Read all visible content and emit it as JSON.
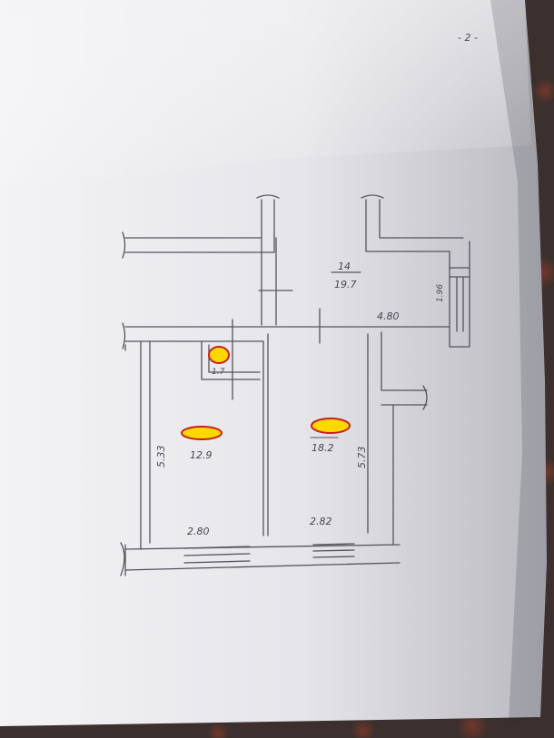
{
  "page_number": "- 2 -",
  "hallway": {
    "number": "14",
    "area": "19.7"
  },
  "corridor_width": "4.80",
  "balcony_width": "1.96",
  "bathroom": {
    "area": "1.7"
  },
  "room_left": {
    "area": "12.9",
    "width": "2.80",
    "depth": "5.33"
  },
  "room_right": {
    "area": "18.2",
    "width": "2.82",
    "depth": "5.73"
  },
  "colors": {
    "paper": "#ebebef",
    "line": "#55525c",
    "marker_fill": "#ffd800",
    "marker_stroke": "#c81e1e"
  }
}
